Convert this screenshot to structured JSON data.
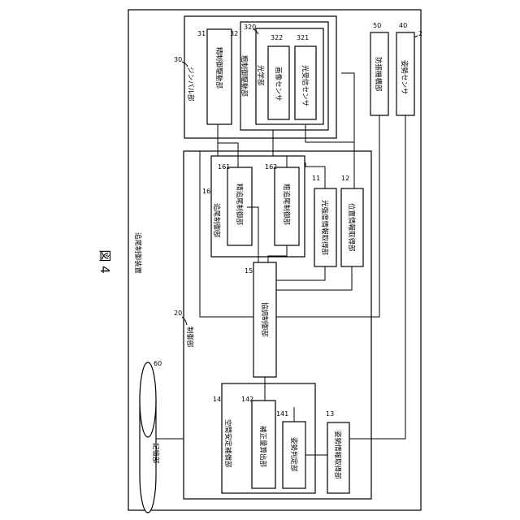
{
  "figure": {
    "title": "図 4"
  },
  "device": {
    "label": "追尾制御装置",
    "ref": "2"
  },
  "gimbal": {
    "label": "ジンバル部",
    "ref": "30",
    "fine_drive": {
      "label": "精制御駆動部",
      "ref": "31"
    },
    "coarse_drive": {
      "label": "粗制御駆動部",
      "ref": "32"
    },
    "optics": {
      "label": "光学部",
      "ref": "320",
      "image_sensor": {
        "label": "画像センサ",
        "ref": "322"
      },
      "light_sensor": {
        "label": "光受信センサ",
        "ref": "321"
      }
    }
  },
  "anti_vibration": {
    "label": "防振機構部",
    "ref": "50"
  },
  "attitude_sensor": {
    "label": "姿勢センサ",
    "ref": "40"
  },
  "control": {
    "label": "制御部",
    "ref": "20",
    "tracking": {
      "label": "追尾制御部",
      "ref": "16",
      "fine": {
        "label": "精追尾制御部",
        "ref": "161"
      },
      "coarse": {
        "label": "粗追尾制御部",
        "ref": "162"
      }
    },
    "light_info": {
      "label": "光強度情報取得部",
      "ref": "11"
    },
    "position_info": {
      "label": "位置情報取得部",
      "ref": "12"
    },
    "coord": {
      "label": "協調制御部",
      "ref": "15"
    },
    "spatial": {
      "label": "空間安定補償部",
      "ref": "14",
      "correction": {
        "label": "補正量算出部",
        "ref": "142"
      },
      "judge": {
        "label": "姿勢判定部",
        "ref": "141"
      }
    },
    "attitude_info": {
      "label": "姿勢情報取得部",
      "ref": "13"
    }
  },
  "storage": {
    "label": "記憶部",
    "ref": "60"
  }
}
